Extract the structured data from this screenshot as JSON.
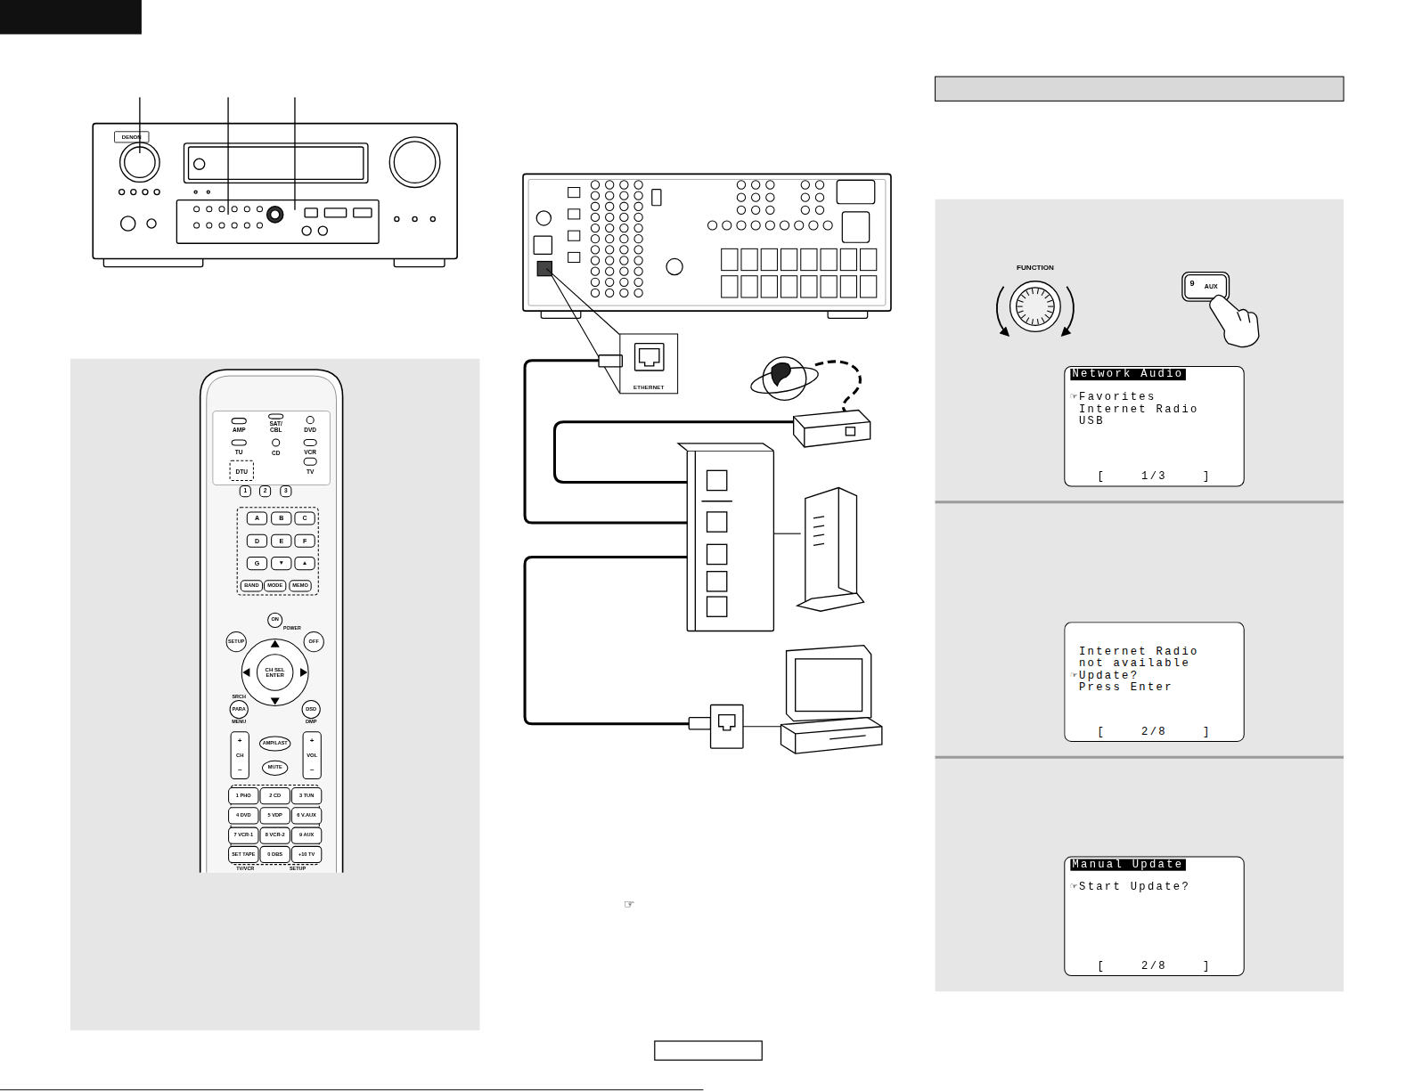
{
  "diagram": {
    "nodes": [
      {
        "text": [
          "ETHERNET"
        ]
      },
      {
        "text": [
          "Network Audio",
          "☞Favorites",
          "Internet Radio",
          "USB",
          "[ 1/3 ]"
        ]
      },
      {
        "text": [
          "Internet Radio not available",
          "☞Update?",
          "Press Enter",
          "[ 2/8 ]"
        ]
      },
      {
        "text": [
          "Manual Update",
          "☞Start Update?",
          "[ 2/8 ]"
        ]
      }
    ],
    "labels": [
      "DENON",
      "AMP",
      "SAT/ CBL",
      "DVD",
      "TU",
      "CD",
      "VCR",
      "DTU",
      "TV",
      "1",
      "2",
      "3",
      "A",
      "B",
      "C",
      "D",
      "E",
      "F",
      "G",
      "▼",
      "▲",
      "BAND",
      "MODE",
      "MEMO",
      "ON",
      "POWER",
      "SETUP",
      "OFF",
      "CH SEL ENTER",
      "SRCH",
      "PARA",
      "MENU",
      "DSD",
      "DMP",
      "AMP/LAST",
      "MUTE",
      "+",
      "CH",
      "–",
      "+",
      "VOL",
      "–",
      "1 PHO",
      "2 CD",
      "3 TUN",
      "4 DVD",
      "5 VDP",
      "6 V.AUX",
      "7 VCR-1",
      "8 VCR-2",
      "9 AUX",
      "SET TAPE",
      "0 DBS",
      "+10 TV",
      "TV/VCR",
      "SETUP",
      "FUNCTION",
      "9",
      "AUX",
      "☞"
    ]
  }
}
